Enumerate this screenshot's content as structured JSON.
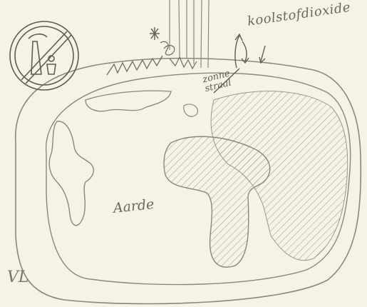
{
  "labels": {
    "co2": "koolstofdioxide",
    "earth": "Aarde",
    "sun_line1": "zonne",
    "sun_line2": "straal",
    "corner": "VL"
  },
  "icons": {
    "prohibition": "no-pollution-sign-icon",
    "sun_star": "asterisk-icon"
  },
  "colors": {
    "paper": "#f4f3e4",
    "pencil": "#8a887c",
    "pencil_dark": "#55534b"
  }
}
